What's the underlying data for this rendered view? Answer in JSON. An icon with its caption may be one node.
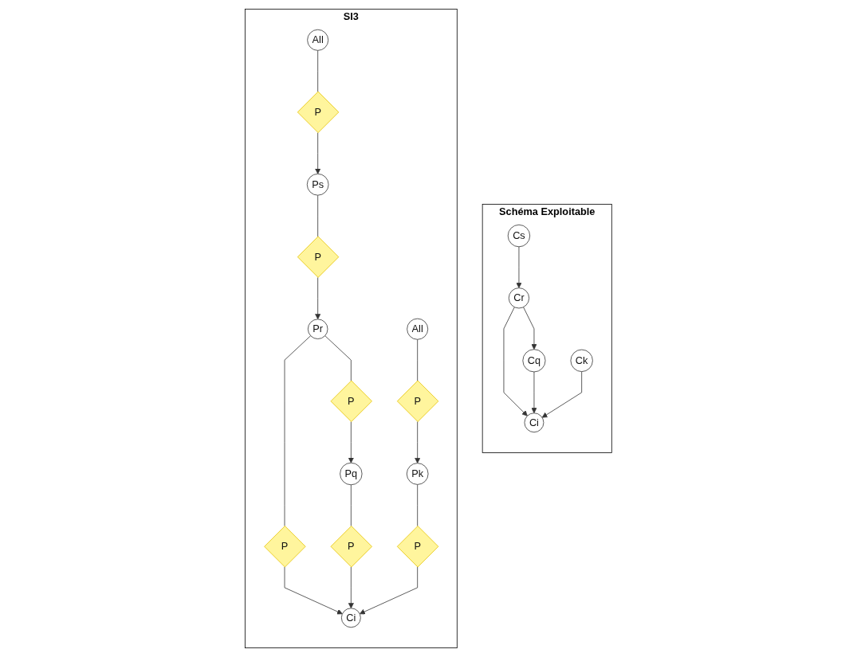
{
  "diagram": {
    "nodes": [
      {
        "text": [
          "Schéma Exploitable"
        ]
      },
      {
        "text": [
          "Cs"
        ],
        "in": 0
      },
      {
        "text": [
          "Cr"
        ],
        "in": 0
      },
      {
        "text": [
          "Cq"
        ],
        "in": 0
      },
      {
        "text": [
          "Ci"
        ],
        "in": 0
      },
      {
        "text": [
          "Ck"
        ],
        "in": 0
      },
      {
        "text": [
          "SI3"
        ]
      },
      {
        "text": [
          "All"
        ],
        "in": 6
      },
      {
        "text": [
          "P"
        ],
        "in": 6
      },
      {
        "text": [
          "Ps"
        ],
        "in": 6
      },
      {
        "text": [
          "P"
        ],
        "in": 6
      },
      {
        "text": [
          "Pr"
        ],
        "in": 6
      },
      {
        "text": [
          "All"
        ],
        "in": 6
      },
      {
        "text": [
          "P"
        ],
        "in": 6
      },
      {
        "text": [
          "P"
        ],
        "in": 6
      },
      {
        "text": [
          "P"
        ],
        "in": 6
      },
      {
        "text": [
          "Pq"
        ],
        "in": 6
      },
      {
        "text": [
          "Pk"
        ],
        "in": 6
      },
      {
        "text": [
          "P"
        ],
        "in": 6
      },
      {
        "text": [
          "P"
        ],
        "in": 6
      },
      {
        "text": [
          "Ci"
        ],
        "in": 6
      }
    ],
    "edges": [
      {
        "from": 1,
        "to": 2,
        "arrow": "to"
      },
      {
        "from": 2,
        "to": 3,
        "arrow": "to"
      },
      {
        "from": 2,
        "to": 4,
        "arrow": "to"
      },
      {
        "from": 3,
        "to": 4,
        "arrow": "to"
      },
      {
        "from": 5,
        "to": 4,
        "arrow": "to"
      },
      {
        "from": 7,
        "to": 8,
        "arrow": "none"
      },
      {
        "from": 8,
        "to": 9,
        "arrow": "to"
      },
      {
        "from": 9,
        "to": 10,
        "arrow": "none"
      },
      {
        "from": 10,
        "to": 11,
        "arrow": "to"
      },
      {
        "from": 11,
        "to": 13,
        "arrow": "none"
      },
      {
        "from": 13,
        "to": 16,
        "arrow": "to"
      },
      {
        "from": 11,
        "to": 14,
        "arrow": "none"
      },
      {
        "from": 14,
        "to": 20,
        "arrow": "to"
      },
      {
        "from": 12,
        "to": 15,
        "arrow": "none"
      },
      {
        "from": 15,
        "to": 17,
        "arrow": "to"
      },
      {
        "from": 16,
        "to": 18,
        "arrow": "none"
      },
      {
        "from": 18,
        "to": 20,
        "arrow": "to"
      },
      {
        "from": 17,
        "to": 19,
        "arrow": "none"
      },
      {
        "from": 19,
        "to": 20,
        "arrow": "to"
      }
    ]
  }
}
